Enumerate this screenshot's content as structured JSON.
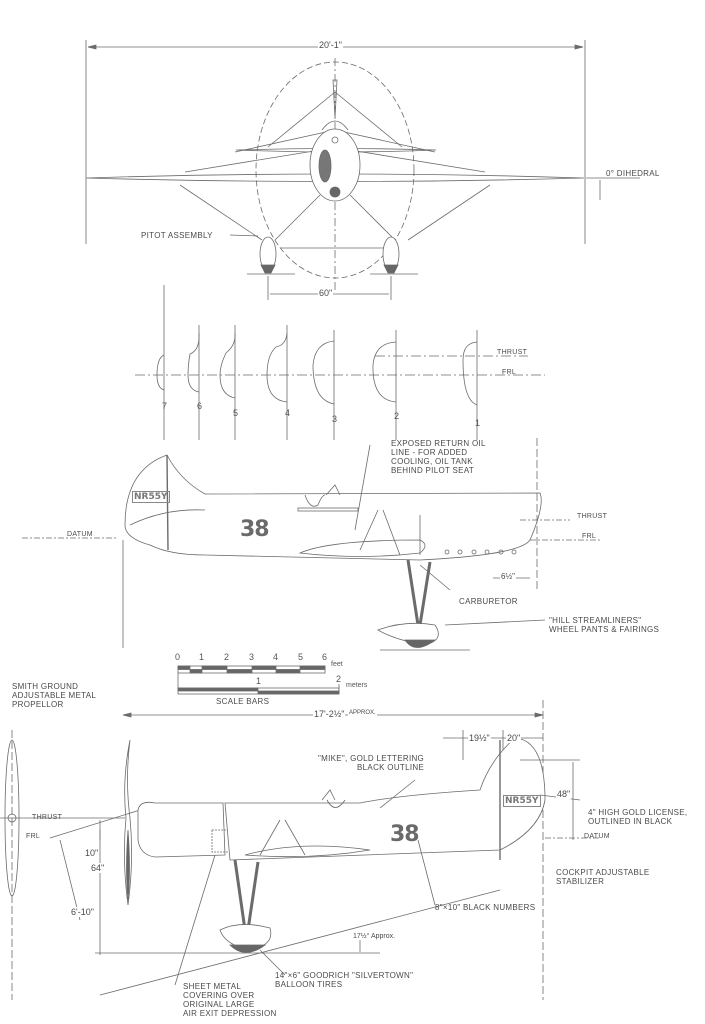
{
  "front_view": {
    "span_dimension": "20'-1\"",
    "dihedral_label": "0° DIHEDRAL",
    "pitot_label": "PITOT ASSEMBLY",
    "track_dimension": "60\""
  },
  "cross_sections": {
    "stations": [
      "7",
      "6",
      "5",
      "4",
      "3",
      "2",
      "1"
    ],
    "thrust_label": "THRUST",
    "frl_label": "FRL"
  },
  "side_view_upper": {
    "oil_line_note": "EXPOSED RETURN OIL\nLINE - FOR ADDED\nCOOLING, OIL TANK\nBEHIND PILOT SEAT",
    "thrust_label": "THRUST",
    "frl_label": "FRL",
    "datum_label": "DATUM",
    "carburetor_label": "CARBURETOR",
    "wheel_pants_note": "\"HILL STREAMLINERS\"\nWHEEL PANTS & FAIRINGS",
    "louver_spacing": "6½\"",
    "race_number": "38",
    "registration": "NR55Y"
  },
  "scale_bars": {
    "feet_ticks": [
      "0",
      "1",
      "2",
      "3",
      "4",
      "5",
      "6"
    ],
    "feet_unit": "feet",
    "meter_ticks": [
      "1",
      "2"
    ],
    "meter_unit": "meters",
    "title": "SCALE BARS"
  },
  "side_view_lower": {
    "propeller_note": "SMITH GROUND\nADJUSTABLE METAL\nPROPELLOR",
    "length_dimension": "17'-2½\"",
    "length_qualifier": "APPROX.",
    "dim_19_5": "19½\"",
    "dim_20": "20\"",
    "mike_note": "\"MIKE\", GOLD LETTERING\nBLACK OUTLINE",
    "height_48": "48\"",
    "license_note": "4\" HIGH GOLD LICENSE,\nOUTLINED IN BLACK",
    "datum_label": "DATUM",
    "stabilizer_note": "COCKPIT ADJUSTABLE\nSTABILIZER",
    "thrust_label": "THRUST",
    "frl_label": "FRL",
    "dim_10": "10\"",
    "dim_64": "64\"",
    "dim_6_10": "6'-10\"",
    "numbers_note": "8\"×10\" BLACK NUMBERS",
    "ground_angle": "17½° Approx.",
    "tires_note": "14\"×6\" GOODRICH \"SILVERTOWN\"\nBALLOON TIRES",
    "sheet_metal_note": "SHEET METAL\nCOVERING OVER\nORIGINAL LARGE\nAIR EXIT DEPRESSION",
    "race_number": "38",
    "registration": "NR55Y"
  },
  "colors": {
    "line": "#6b6b6b",
    "fill_dark": "#6a6a6a",
    "background": "#ffffff"
  }
}
